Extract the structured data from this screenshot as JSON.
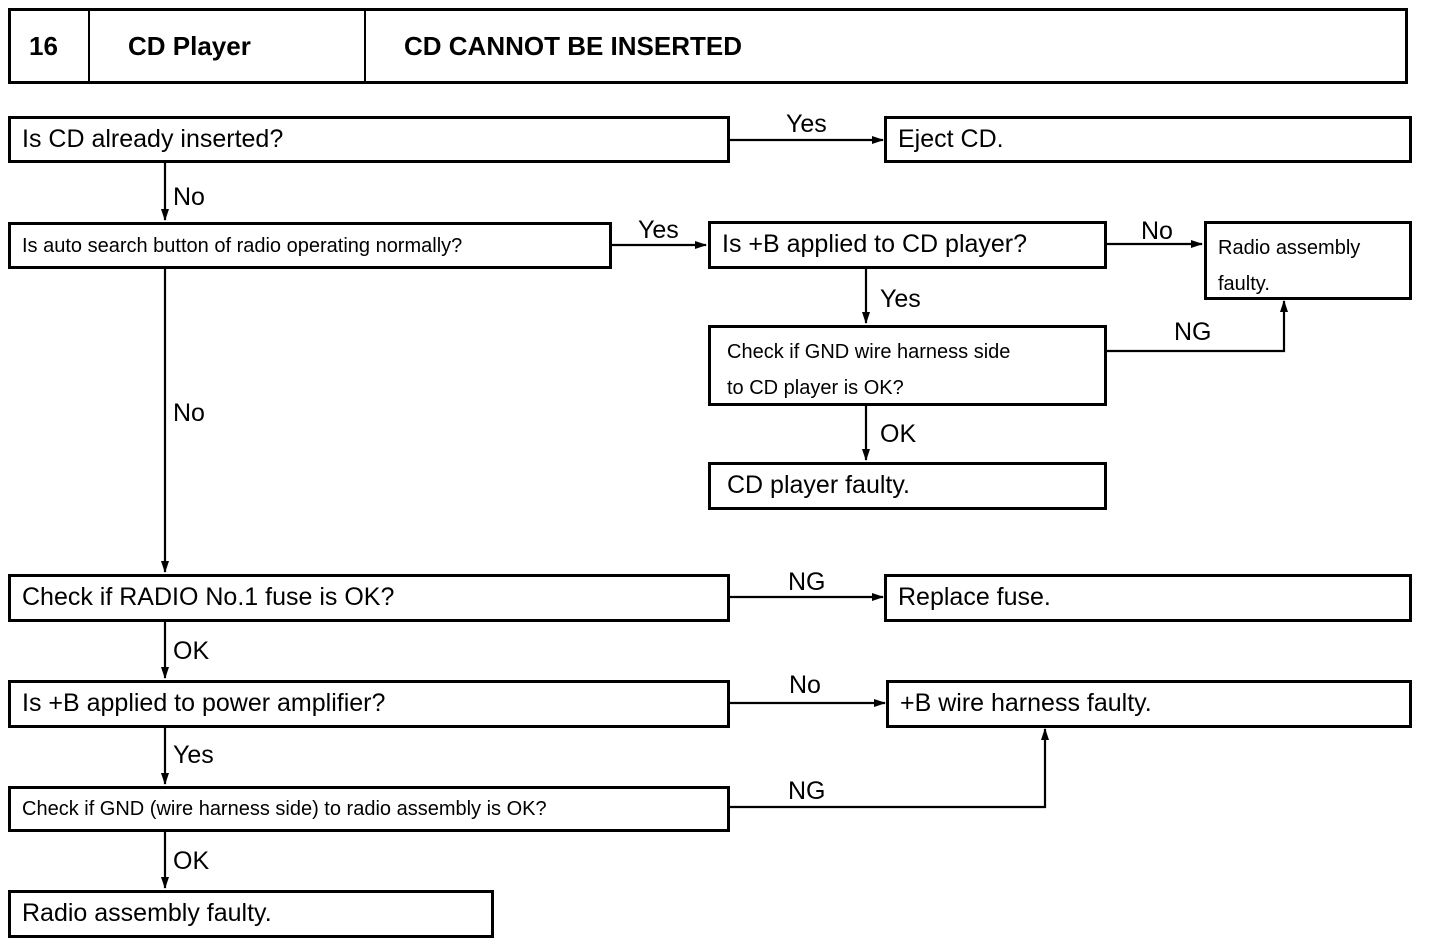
{
  "header": {
    "number": "16",
    "section": "CD Player",
    "title": "CD CANNOT BE INSERTED"
  },
  "boxes": {
    "cd_inserted": "Is CD already inserted?",
    "eject_cd": "Eject CD.",
    "auto_search": "Is auto search button of radio operating normally?",
    "b_applied_cd": "Is +B applied to CD player?",
    "radio_faulty_1": "Radio assembly\nfaulty.",
    "gnd_cd_check": "Check if GND wire harness side\nto CD player is OK?",
    "cd_player_faulty": "CD player faulty.",
    "fuse_check": "Check if RADIO No.1 fuse is OK?",
    "replace_fuse": "Replace fuse.",
    "b_applied_amp": "Is +B applied to power amplifier?",
    "b_harness_faulty": "+B wire harness faulty.",
    "gnd_radio_check": "Check if GND (wire harness side) to radio assembly is OK?",
    "radio_faulty_2": "Radio assembly faulty."
  },
  "labels": {
    "yes_eject": "Yes",
    "no_auto_search": "No",
    "yes_b_cd": "Yes",
    "no_radio_faulty": "No",
    "yes_gnd_cd": "Yes",
    "ng_gnd_cd": "NG",
    "ok_cd_faulty": "OK",
    "no_fuse_check": "No",
    "ng_fuse": "NG",
    "ok_fuse": "OK",
    "no_b_amp": "No",
    "yes_b_amp": "Yes",
    "ng_gnd_radio": "NG",
    "ok_gnd_radio": "OK"
  },
  "colors": {
    "line": "#000000",
    "background": "#ffffff"
  }
}
